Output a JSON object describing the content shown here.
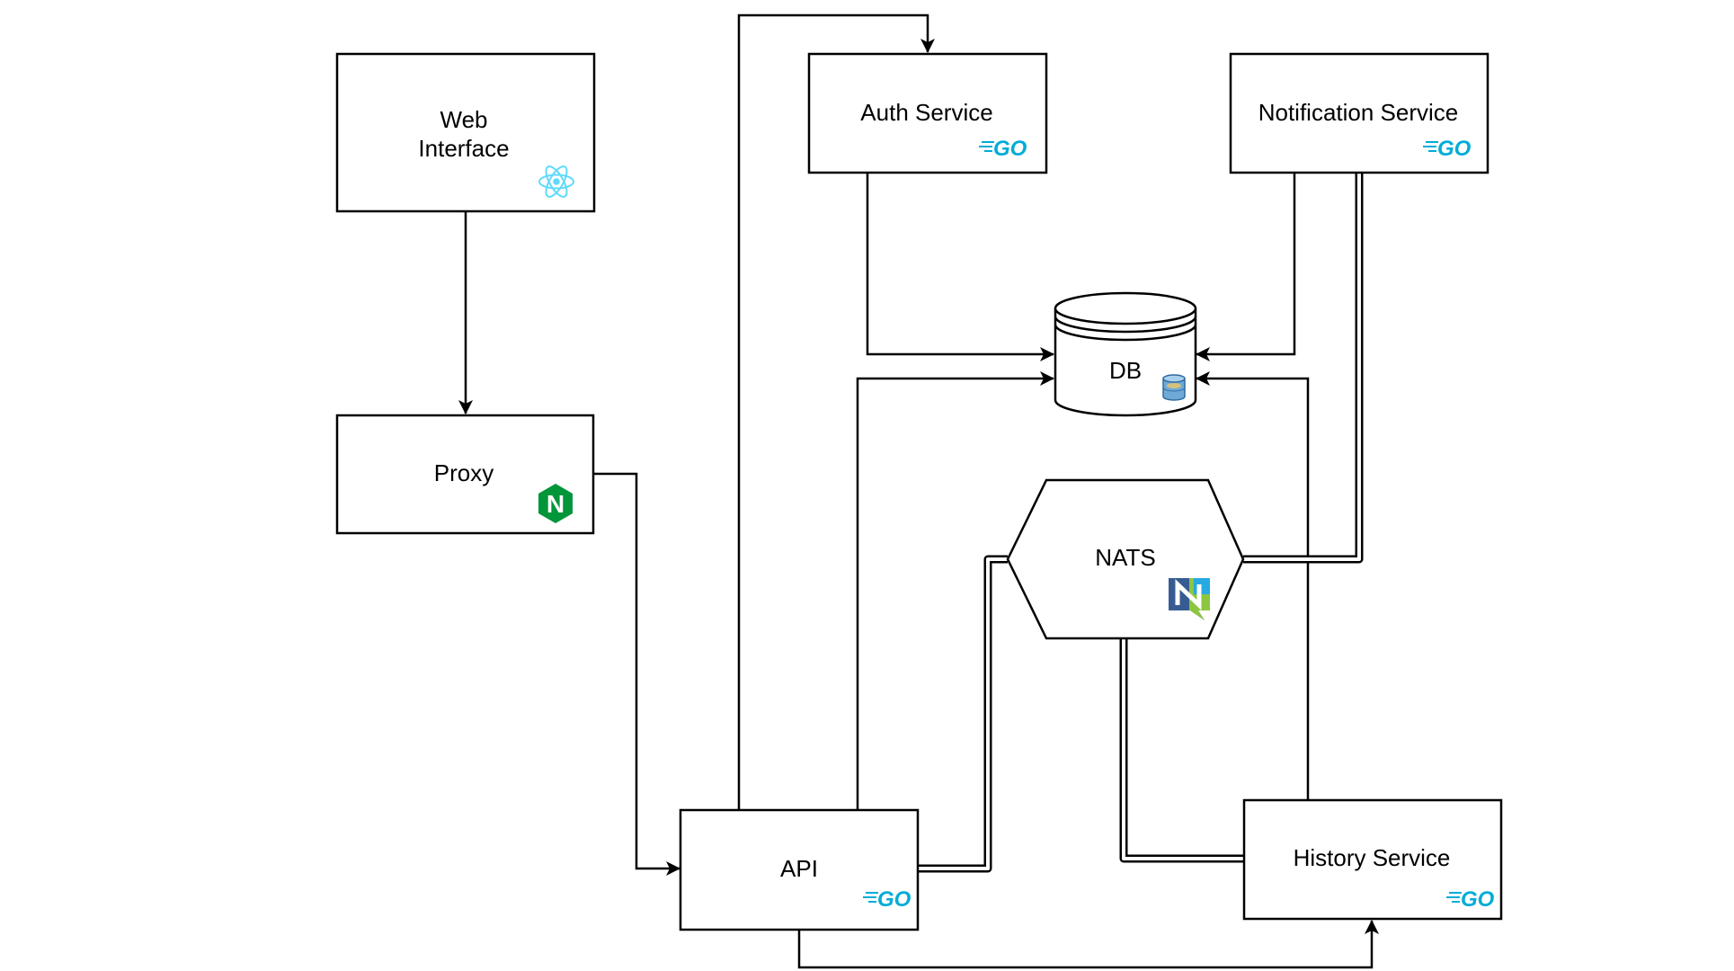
{
  "diagram": {
    "nodes": {
      "web_interface": {
        "line1": "Web",
        "line2": "Interface",
        "icon": "react-icon"
      },
      "proxy": {
        "label": "Proxy",
        "icon": "nginx-icon"
      },
      "auth": {
        "label": "Auth Service",
        "icon": "go-icon"
      },
      "notification": {
        "label": "Notification Service",
        "icon": "go-icon"
      },
      "db": {
        "label": "DB",
        "icon": "database-icon"
      },
      "nats": {
        "label": "NATS",
        "icon": "nats-icon"
      },
      "api": {
        "label": "API",
        "icon": "go-icon"
      },
      "history": {
        "label": "History Service",
        "icon": "go-icon"
      }
    },
    "icon_text": {
      "go": "GO",
      "nginx": "N"
    },
    "colors": {
      "go": "#00ACD7",
      "react": "#61DAFB",
      "nginx": "#009639",
      "nats_blue": "#375C93",
      "nats_green": "#8DC63F",
      "nats_teal": "#27AAE1",
      "db_icon": "#4A90C0"
    }
  }
}
